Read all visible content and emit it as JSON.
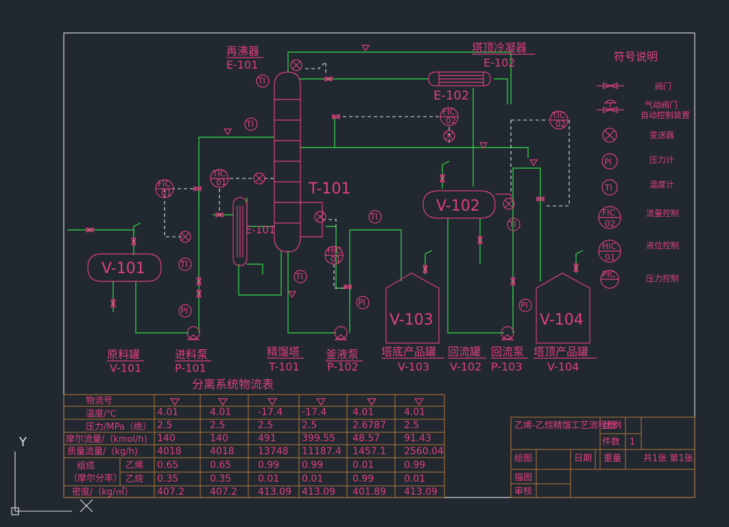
{
  "equipment": {
    "reboiler_title": "再沸器",
    "reboiler_tag": "E-101",
    "reboiler_inline_tag": "E-101",
    "condenser_title": "塔顶冷凝器",
    "condenser_tag": "E-102",
    "condenser_inline_tag": "E-102",
    "column_tag": "T-101",
    "v101": "V-101",
    "v102": "V-102",
    "v103": "V-103",
    "v104": "V-104"
  },
  "labels": {
    "feed_tank": "原料罐",
    "feed_tank_tag": "V-101",
    "feed_pump": "进料泵",
    "feed_pump_tag": "P-101",
    "column": "精馏塔",
    "column_tag": "T-101",
    "kettle_pump": "釜液泵",
    "kettle_pump_tag": "P-102",
    "bottom_tank": "塔底产品罐",
    "bottom_tank_tag": "V-103",
    "reflux_tank": "回流罐",
    "reflux_tank_tag": "V-102",
    "reflux_pump": "回流泵",
    "reflux_pump_tag": "P-103",
    "top_tank": "塔顶产品罐",
    "top_tank_tag": "V-104"
  },
  "instruments": {
    "ti": "TI",
    "pi": "PI",
    "fic": "FIC",
    "fic01": "01",
    "fic02": "02",
    "tic": "TIC",
    "tic01": "01",
    "tic02": "02",
    "hic": "HIC",
    "hic01": "01"
  },
  "legend": {
    "title": "符号说明",
    "items": [
      {
        "desc": "阀门"
      },
      {
        "desc": "气动阀门",
        "desc2": "自动控制装置"
      },
      {
        "desc": "变送器"
      },
      {
        "symbol": "PI",
        "desc": "压力计"
      },
      {
        "symbol": "TI",
        "desc": "温度计"
      },
      {
        "symbol": "FIC",
        "sub": "02",
        "desc": "流量控制"
      },
      {
        "symbol": "HIC",
        "sub": "01",
        "desc": "液位控制"
      },
      {
        "symbol": "PIC",
        "desc": "压力控制"
      }
    ]
  },
  "stream_table": {
    "title": "分离系统物流表",
    "rows": [
      {
        "label": "物流号",
        "values": [
          "",
          "",
          "",
          "",
          "",
          ""
        ]
      },
      {
        "label": "温度/℃",
        "values": [
          "4.01",
          "4.01",
          "-17.4",
          "-17.4",
          "4.01",
          "4.01"
        ]
      },
      {
        "label": "压力/MPa（绝）",
        "values": [
          "2.5",
          "2.5",
          "2.5",
          "2.5",
          "2.6787",
          "2.5"
        ]
      },
      {
        "label": "摩尔流量/（kmol/h)",
        "values": [
          "140",
          "140",
          "491",
          "399.55",
          "48.57",
          "91.43"
        ]
      },
      {
        "label": "质量流量/（kg/h)",
        "values": [
          "4018",
          "4018",
          "13748",
          "11187.4",
          "1457.1",
          "2560.04"
        ]
      },
      {
        "label": "乙烯",
        "values": [
          "0.65",
          "0.65",
          "0.99",
          "0.99",
          "0.01",
          "0.99"
        ]
      },
      {
        "label": "乙烷",
        "values": [
          "0.35",
          "0.35",
          "0.01",
          "0.01",
          "0.99",
          "0.01"
        ]
      },
      {
        "label": "密度/（kg/㎥）",
        "values": [
          "407.2",
          "407.2",
          "413.09",
          "413.09",
          "401.89",
          "413.09"
        ]
      }
    ],
    "group_label_1": "组成",
    "group_label_2": "（摩尔分率）"
  },
  "title_block": {
    "drawing_title": "乙烯-乙烷精馏工艺流程图",
    "scale_label": "比例",
    "count_label": "件数",
    "count_value": "1",
    "draw_label": "绘图",
    "date_label": "日期",
    "weight_label": "重量",
    "sheets": "共1张  第1张",
    "trace_label": "描图",
    "review_label": "审核"
  },
  "colors": {
    "background": "#212830",
    "magenta": "#e0407f",
    "green": "#35e04a",
    "white": "#e8e8e8",
    "orange": "#b57a3a"
  }
}
